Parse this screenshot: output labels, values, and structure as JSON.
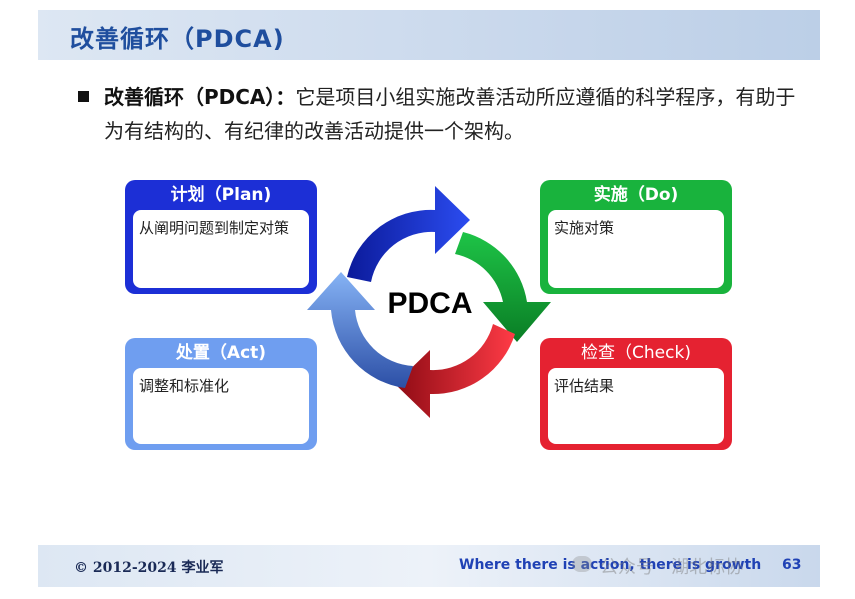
{
  "header": {
    "title": "改善循环（PDCA)"
  },
  "intro": {
    "term": "改善循环（PDCA）：",
    "text": "它是项目小组实施改善活动所应遵循的科学程序，有助于为有结构的、有纪律的改善活动提供一个架构。"
  },
  "diagram": {
    "center_label": "PDCA",
    "plan": {
      "title": "计划（Plan)",
      "body": "从阐明问题到制定对策"
    },
    "do": {
      "title": "实施（Do)",
      "body": "实施对策"
    },
    "check": {
      "title": "检查（Check)",
      "body": "评估结果"
    },
    "act": {
      "title": "处置（Act)",
      "body": "调整和标准化"
    },
    "colors": {
      "plan": "#1c2fd6",
      "do": "#19b33d",
      "check": "#e52231",
      "act": "#6f9ef0"
    }
  },
  "footer": {
    "copyright": "© 2012-2024 李业军",
    "slogan": "Where there is action, there is growth",
    "page_number": "63",
    "watermark": "公众号 · 湖北标协"
  }
}
